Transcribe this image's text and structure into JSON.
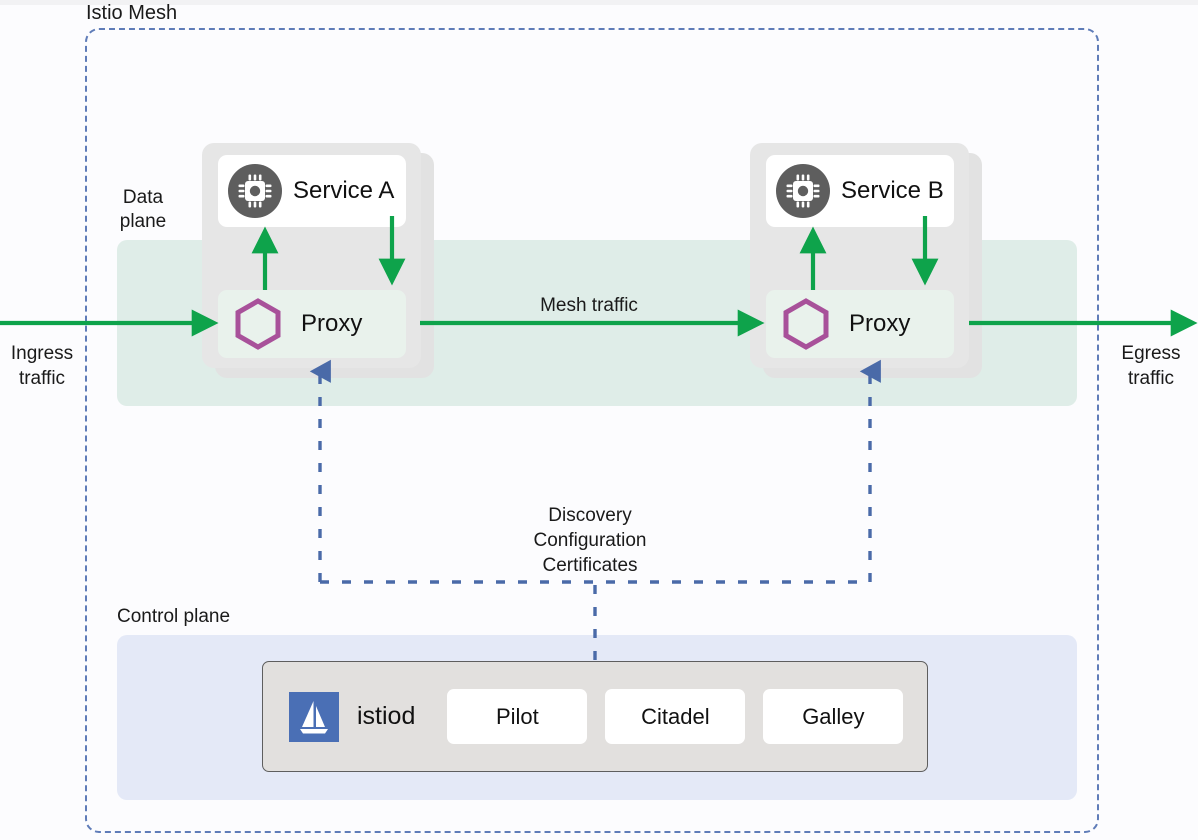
{
  "diagram": {
    "title": "Istio Mesh",
    "mesh_boundary_label": "Istio Mesh",
    "colors": {
      "page_background": "#fcfcfe",
      "mesh_border": "#5f7cb8",
      "data_plane_band": "#dfede8",
      "control_plane_panel": "#e4e9f7",
      "pod_container": "#e6e6e6",
      "traffic_arrow_green": "#0ea34b",
      "config_arrow_blue": "#4a6aa8",
      "proxy_hexagon_purple": "#a8519a",
      "service_icon_gray": "#5e5e5e",
      "istio_logo_blue": "#4a6fb5",
      "istiod_box_fill": "#e2e0de",
      "istiod_box_border": "#5e5e5e",
      "proxy_card_fill": "#e9f2ec",
      "service_card_fill": "#ffffff"
    }
  },
  "planes": {
    "data_plane_label": "Data\nplane",
    "control_plane_label": "Control plane"
  },
  "services": [
    {
      "id": "service-a",
      "name": "Service A",
      "icon": "chip-icon",
      "proxy_label": "Proxy",
      "proxy_icon": "hexagon-envoy-icon"
    },
    {
      "id": "service-b",
      "name": "Service B",
      "icon": "chip-icon",
      "proxy_label": "Proxy",
      "proxy_icon": "hexagon-envoy-icon"
    }
  ],
  "traffic": {
    "ingress_label": "Ingress\ntraffic",
    "egress_label": "Egress\ntraffic",
    "mesh_label": "Mesh traffic"
  },
  "control_plane": {
    "istiod_label": "istiod",
    "istiod_icon": "istio-sail-logo-icon",
    "components": [
      {
        "label": "Pilot"
      },
      {
        "label": "Citadel"
      },
      {
        "label": "Galley"
      }
    ],
    "config_channel_label": "Discovery\nConfiguration\nCertificates"
  }
}
